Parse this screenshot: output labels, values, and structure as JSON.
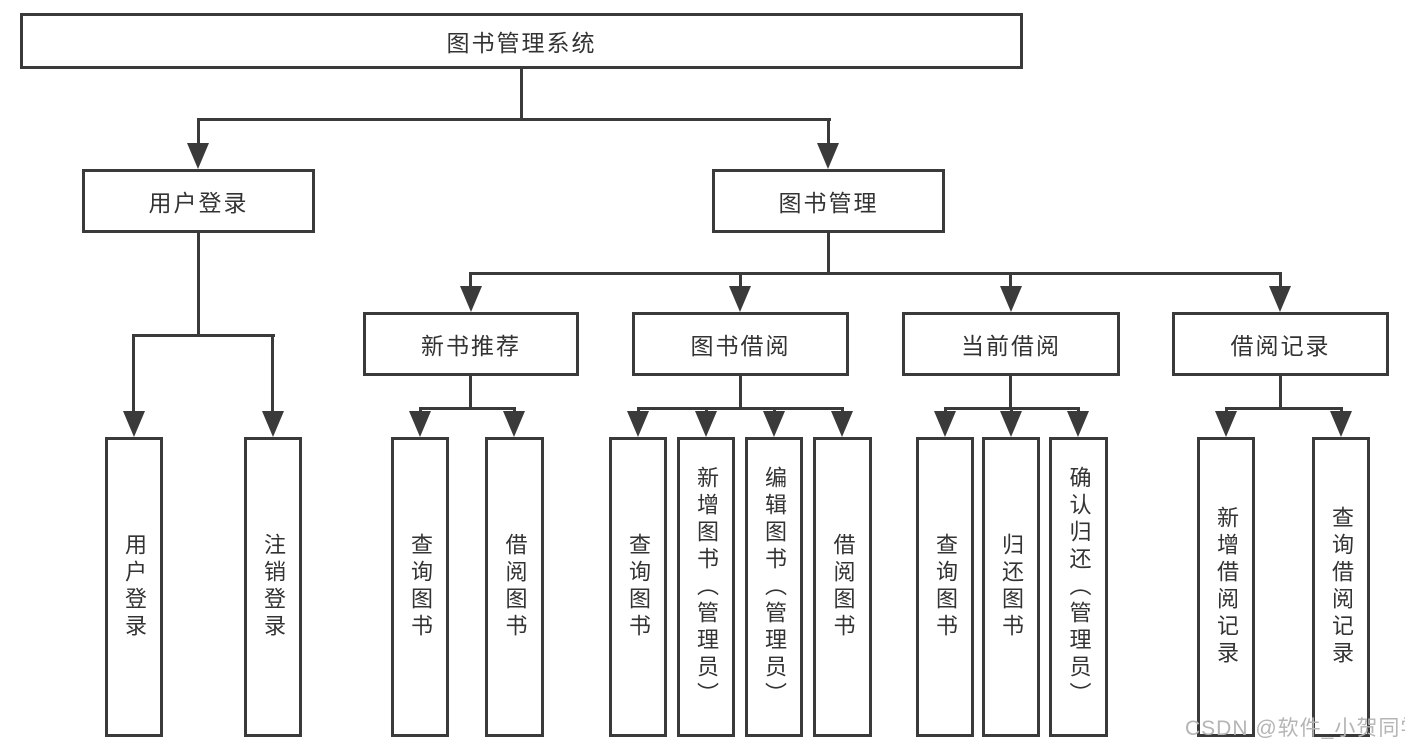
{
  "diagram": {
    "title": "图书管理系统",
    "nodes": {
      "root": "图书管理系统",
      "user_login": "用户登录",
      "book_mgmt": "图书管理",
      "new_book": "新书推荐",
      "book_borrow": "图书借阅",
      "current_borrow": "当前借阅",
      "borrow_record": "借阅记录",
      "login": "用户登录",
      "logout": "注销登录",
      "nb_query": "查询图书",
      "nb_borrow": "借阅图书",
      "bb_query": "查询图书",
      "bb_add": "新增图书（管理员）",
      "bb_edit": "编辑图书（管理员）",
      "bb_borrow": "借阅图书",
      "cb_query": "查询图书",
      "cb_return": "归还图书",
      "cb_confirm": "确认归还（管理员）",
      "br_add": "新增借阅记录",
      "br_query": "查询借阅记录"
    }
  },
  "watermark": "CSDN @软件_小贺同学",
  "colors": {
    "line": "#3a3a3a",
    "text": "#333333",
    "watermark": "#b5b5b5",
    "background": "#ffffff"
  }
}
